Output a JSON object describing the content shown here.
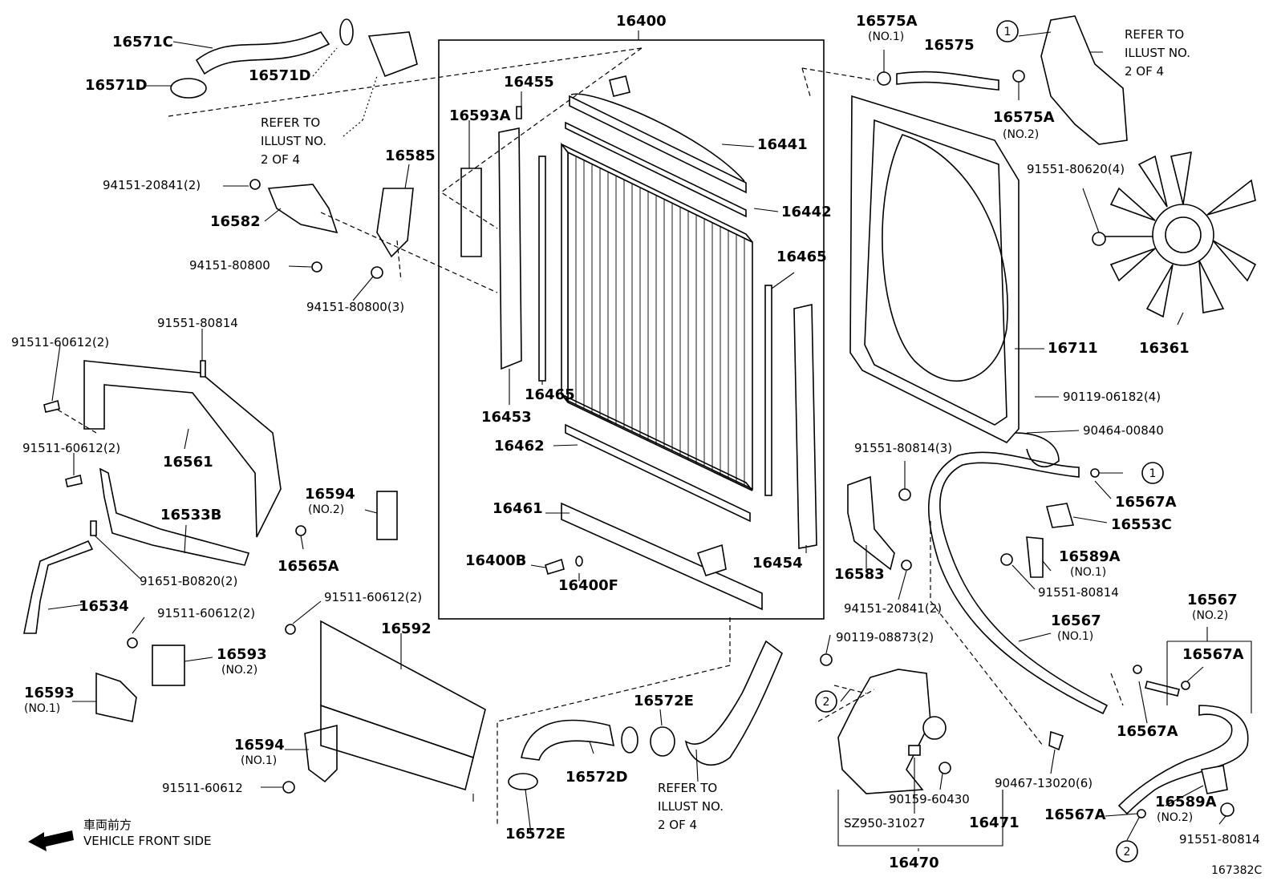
{
  "illustration_code": "167382C",
  "front_side": {
    "jp": "車両前方",
    "en": "VEHICLE FRONT SIDE"
  },
  "parts": [
    {
      "key": "p16400",
      "num": "16400"
    },
    {
      "key": "p16571C",
      "num": "16571C"
    },
    {
      "key": "p16571D_a",
      "num": "16571D"
    },
    {
      "key": "p16571D_b",
      "num": "16571D"
    },
    {
      "key": "p16455",
      "num": "16455"
    },
    {
      "key": "p16593A",
      "num": "16593A"
    },
    {
      "key": "p16441",
      "num": "16441"
    },
    {
      "key": "p16442",
      "num": "16442"
    },
    {
      "key": "p16465_a",
      "num": "16465"
    },
    {
      "key": "p16465_b",
      "num": "16465"
    },
    {
      "key": "p16453",
      "num": "16453"
    },
    {
      "key": "p16462",
      "num": "16462"
    },
    {
      "key": "p16461",
      "num": "16461"
    },
    {
      "key": "p16400B",
      "num": "16400B"
    },
    {
      "key": "p16400F",
      "num": "16400F"
    },
    {
      "key": "p16454",
      "num": "16454"
    },
    {
      "key": "p16585",
      "num": "16585"
    },
    {
      "key": "p94151_20841_2a",
      "num": "94151-20841(2)"
    },
    {
      "key": "p16582",
      "num": "16582"
    },
    {
      "key": "p94151_80800",
      "num": "94151-80800"
    },
    {
      "key": "p94151_80800_3",
      "num": "94151-80800(3)"
    },
    {
      "key": "p91551_80814_a",
      "num": "91551-80814"
    },
    {
      "key": "p91511_60612_2a",
      "num": "91511-60612(2)"
    },
    {
      "key": "p16561",
      "num": "16561"
    },
    {
      "key": "p91511_60612_2b",
      "num": "91511-60612(2)"
    },
    {
      "key": "p16533B",
      "num": "16533B"
    },
    {
      "key": "p91651_B0820_2",
      "num": "91651-B0820(2)"
    },
    {
      "key": "p16534",
      "num": "16534"
    },
    {
      "key": "p16594_a",
      "num": "16594"
    },
    {
      "key": "p16565A",
      "num": "16565A"
    },
    {
      "key": "p91511_60612_2c",
      "num": "91511-60612(2)"
    },
    {
      "key": "p91511_60612_2d",
      "num": "91511-60612(2)"
    },
    {
      "key": "p16593_a",
      "num": "16593"
    },
    {
      "key": "p16593_b",
      "num": "16593"
    },
    {
      "key": "p16592",
      "num": "16592"
    },
    {
      "key": "p16594_b",
      "num": "16594"
    },
    {
      "key": "p91511_60612",
      "num": "91511-60612"
    },
    {
      "key": "p16572E_a",
      "num": "16572E"
    },
    {
      "key": "p16572D",
      "num": "16572D"
    },
    {
      "key": "p16572E_b",
      "num": "16572E"
    },
    {
      "key": "p16575A_a",
      "num": "16575A"
    },
    {
      "key": "p16575",
      "num": "16575"
    },
    {
      "key": "p16575A_b",
      "num": "16575A"
    },
    {
      "key": "p91551_80620_4",
      "num": "91551-80620(4)"
    },
    {
      "key": "p16711",
      "num": "16711"
    },
    {
      "key": "p16361",
      "num": "16361"
    },
    {
      "key": "p90119_06182_4",
      "num": "90119-06182(4)"
    },
    {
      "key": "p90464_00840",
      "num": "90464-00840"
    },
    {
      "key": "p91551_80814_3",
      "num": "91551-80814(3)"
    },
    {
      "key": "p16567A_a",
      "num": "16567A"
    },
    {
      "key": "p16553C",
      "num": "16553C"
    },
    {
      "key": "p16589A_a",
      "num": "16589A"
    },
    {
      "key": "p91551_80814_b",
      "num": "91551-80814"
    },
    {
      "key": "p16583",
      "num": "16583"
    },
    {
      "key": "p94151_20841_2b",
      "num": "94151-20841(2)"
    },
    {
      "key": "p16567_a",
      "num": "16567"
    },
    {
      "key": "p16567_b",
      "num": "16567"
    },
    {
      "key": "p16567A_b",
      "num": "16567A"
    },
    {
      "key": "p90119_08873_2",
      "num": "90119-08873(2)"
    },
    {
      "key": "p16567A_c",
      "num": "16567A"
    },
    {
      "key": "p90467_13020_6",
      "num": "90467-13020(6)"
    },
    {
      "key": "p90159_60430",
      "num": "90159-60430"
    },
    {
      "key": "pSZ950_31027",
      "num": "SZ950-31027"
    },
    {
      "key": "p16471",
      "num": "16471"
    },
    {
      "key": "p16470",
      "num": "16470"
    },
    {
      "key": "p16589A_b",
      "num": "16589A"
    },
    {
      "key": "p16567A_d",
      "num": "16567A"
    },
    {
      "key": "p91551_80814_c",
      "num": "91551-80814"
    }
  ],
  "sub_labels": [
    {
      "key": "s16575A_a",
      "text": "(NO.1)"
    },
    {
      "key": "s16575A_b",
      "text": "(NO.2)"
    },
    {
      "key": "s16594_a",
      "text": "(NO.2)"
    },
    {
      "key": "s16593_a",
      "text": "(NO.2)"
    },
    {
      "key": "s16593_b",
      "text": "(NO.1)"
    },
    {
      "key": "s16594_b",
      "text": "(NO.1)"
    },
    {
      "key": "s16589A_a",
      "text": "(NO.1)"
    },
    {
      "key": "s16567_a",
      "text": "(NO.2)"
    },
    {
      "key": "s16567_b",
      "text": "(NO.1)"
    },
    {
      "key": "s16589A_b",
      "text": "(NO.2)"
    }
  ],
  "references": [
    {
      "key": "r1",
      "lines": [
        "REFER TO",
        "ILLUST NO.",
        "2 OF 4"
      ]
    },
    {
      "key": "r2",
      "lines": [
        "REFER TO",
        "ILLUST NO.",
        "2 OF 4"
      ]
    },
    {
      "key": "r3",
      "lines": [
        "REFER TO",
        "ILLUST NO.",
        "2 OF 4"
      ]
    }
  ],
  "callouts": [
    {
      "key": "c1a",
      "text": "1"
    },
    {
      "key": "c1b",
      "text": "1"
    },
    {
      "key": "c2a",
      "text": "2"
    },
    {
      "key": "c2b",
      "text": "2"
    }
  ]
}
